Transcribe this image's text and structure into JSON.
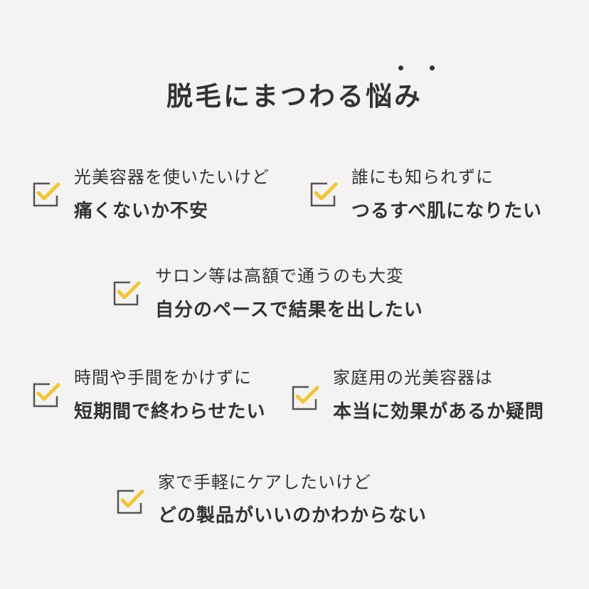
{
  "title": "脱毛にまつわる悩み",
  "colors": {
    "background": "#f4f3f1",
    "text": "#333333",
    "check_box": "#555555",
    "check_mark": "#f2c53d"
  },
  "concerns": [
    {
      "line1": "光美容器を使いたいけど",
      "line2": "痛くないか不安",
      "icon": "checkbox-checked-icon"
    },
    {
      "line1": "誰にも知られずに",
      "line2": "つるすべ肌になりたい",
      "icon": "checkbox-checked-icon"
    },
    {
      "line1": "サロン等は高額で通うのも大変",
      "line2": "自分のペースで結果を出したい",
      "icon": "checkbox-checked-icon"
    },
    {
      "line1": "時間や手間をかけずに",
      "line2": "短期間で終わらせたい",
      "icon": "checkbox-checked-icon"
    },
    {
      "line1": "家庭用の光美容器は",
      "line2": "本当に効果があるか疑問",
      "icon": "checkbox-checked-icon"
    },
    {
      "line1": "家で手軽にケアしたいけど",
      "line2": "どの製品がいいのかわからない",
      "icon": "checkbox-checked-icon"
    }
  ]
}
